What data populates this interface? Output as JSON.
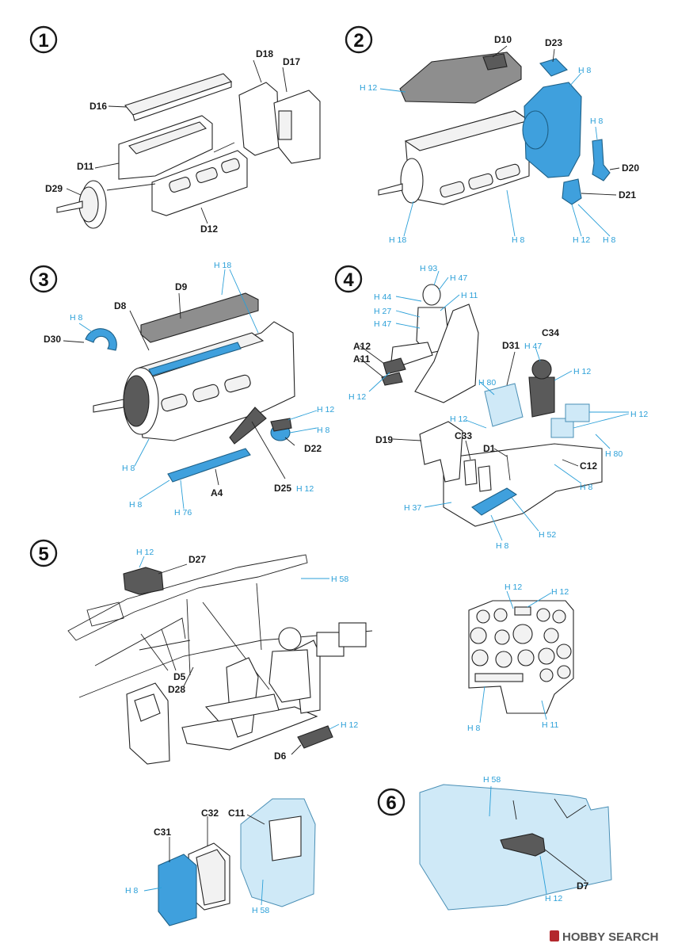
{
  "steps": [
    {
      "number": "1",
      "parts": [
        "D16",
        "D18",
        "D17",
        "D11",
        "D29",
        "D12"
      ]
    },
    {
      "number": "2",
      "parts": [
        "D10",
        "D23",
        "D20",
        "D21"
      ],
      "paints": [
        "H 12",
        "H 8",
        "H 8",
        "H 18",
        "H 8",
        "H 12",
        "H 8"
      ]
    },
    {
      "number": "3",
      "parts": [
        "D9",
        "D8",
        "D30",
        "D22",
        "A4",
        "D25"
      ],
      "paints": [
        "H 18",
        "H 8",
        "H 12",
        "H 8",
        "H 8",
        "H 8",
        "H 76",
        "H 12"
      ]
    },
    {
      "number": "4",
      "parts": [
        "A12",
        "A11",
        "D31",
        "C34",
        "D19",
        "C33",
        "D1",
        "C12"
      ],
      "paints": [
        "H 93",
        "H 47",
        "H 44",
        "H 11",
        "H 27",
        "H 47",
        "H 12",
        "H 47",
        "H 12",
        "H 80",
        "H 12",
        "H 12",
        "H 80",
        "H 8",
        "H 37",
        "H 52",
        "H 8"
      ]
    },
    {
      "number": "5",
      "parts": [
        "D27",
        "D5",
        "D28",
        "D6",
        "C32",
        "C11",
        "C31"
      ],
      "paints": [
        "H 12",
        "H 58",
        "H 12",
        "H 12",
        "H 12",
        "H 8",
        "H 11",
        "H 8",
        "H 58"
      ]
    },
    {
      "number": "6",
      "parts": [
        "D7"
      ],
      "paints": [
        "H 58",
        "H 12"
      ]
    }
  ],
  "watermark": {
    "brand": "HOBBY SEARCH"
  },
  "colors": {
    "paint_label": "#2a9fd8",
    "blue_part": "#3fa0dd",
    "light_blue_part": "#cfe9f7",
    "gray_part": "#8e8e8e",
    "dark_part": "#5a5a5a"
  }
}
